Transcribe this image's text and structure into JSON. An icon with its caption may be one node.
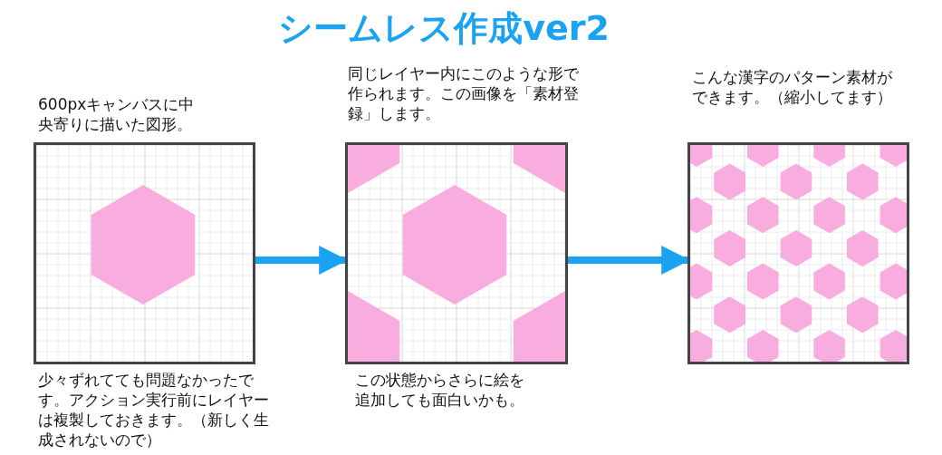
{
  "diagram": {
    "title": "シームレス作成ver2",
    "nodes": [
      {
        "text": [
          "600pxキャンバスに中央寄りに描いた図形。",
          "少々ずれてても問題なかったです。アクション実行前にレイヤーは複製しておきます。（新しく生成されないので）"
        ]
      },
      {
        "text": [
          "同じレイヤー内にこのような形で作られます。この画像を「素材登録」します。",
          "この状態からさらに絵を追加しても面白いかも。"
        ]
      },
      {
        "text": [
          "こんな漢字のパターン素材ができます。（縮小してます）"
        ]
      }
    ],
    "edges": [
      {
        "from": 0,
        "to": 1,
        "arrow": "to"
      },
      {
        "from": 1,
        "to": 2,
        "arrow": "to"
      }
    ]
  }
}
